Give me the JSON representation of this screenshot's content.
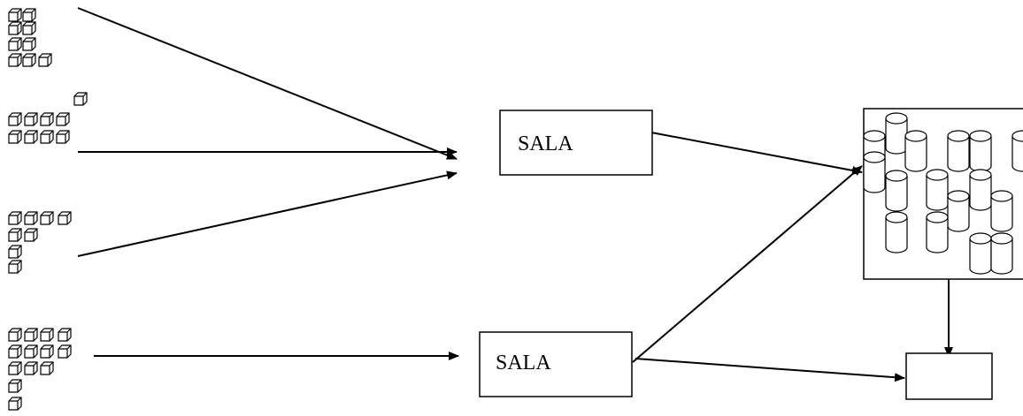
{
  "diagram": {
    "boxes": [
      {
        "id": "sala-top",
        "label": "SALA"
      },
      {
        "id": "sala-bottom",
        "label": "SALA"
      },
      {
        "id": "cylinder-store",
        "label": ""
      },
      {
        "id": "output-box",
        "label": ""
      }
    ],
    "icons": [
      "cube-stack-icon",
      "cube-stack-icon",
      "cube-stack-icon",
      "cube-stack-icon",
      "cylinder-icon"
    ],
    "colors": {
      "stroke": "#000000",
      "background": "#ffffff"
    }
  }
}
